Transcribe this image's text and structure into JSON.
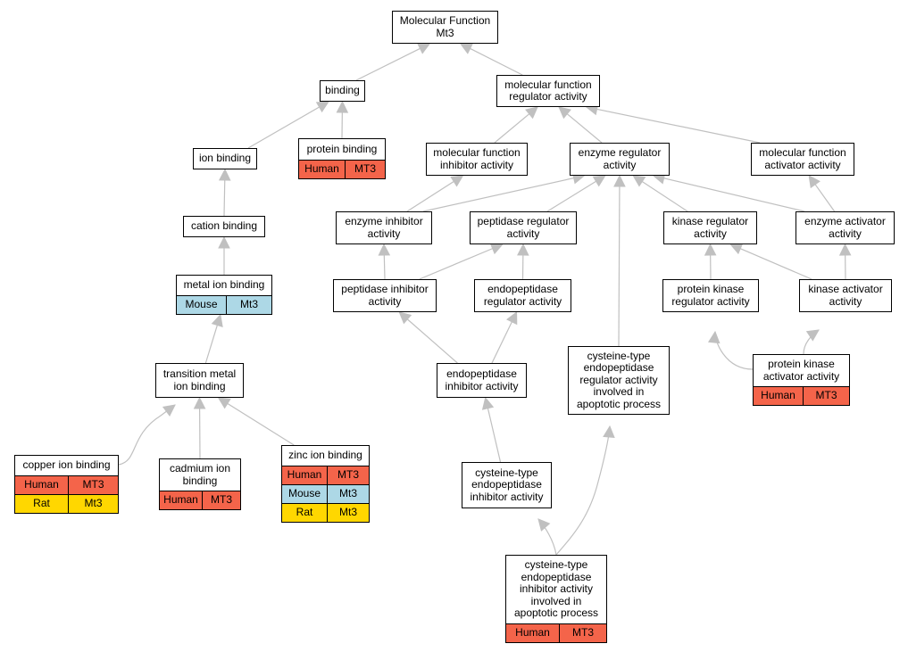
{
  "colors": {
    "Human": "#f4644a",
    "Mouse": "#add8e6",
    "Rat": "#ffd700",
    "edge": "#c0c0c0"
  },
  "nodes": {
    "root": {
      "label": "Molecular Function\nMt3",
      "annotations": []
    },
    "binding": {
      "label": "binding",
      "annotations": []
    },
    "mf_reg": {
      "label": "molecular function\nregulator activity",
      "annotations": []
    },
    "ion_binding": {
      "label": "ion binding",
      "annotations": []
    },
    "protein_binding": {
      "label": "protein binding",
      "annotations": [
        {
          "species": "Human",
          "gene": "MT3"
        }
      ]
    },
    "mf_inhib": {
      "label": "molecular function\ninhibitor activity",
      "annotations": []
    },
    "enz_reg": {
      "label": "enzyme regulator\nactivity",
      "annotations": []
    },
    "mf_act": {
      "label": "molecular function\nactivator activity",
      "annotations": []
    },
    "cation_binding": {
      "label": "cation binding",
      "annotations": []
    },
    "enz_inhib": {
      "label": "enzyme inhibitor\nactivity",
      "annotations": []
    },
    "pept_reg": {
      "label": "peptidase regulator\nactivity",
      "annotations": []
    },
    "kin_reg": {
      "label": "kinase regulator\nactivity",
      "annotations": []
    },
    "enz_act": {
      "label": "enzyme activator\nactivity",
      "annotations": []
    },
    "metal_ion": {
      "label": "metal ion binding",
      "annotations": [
        {
          "species": "Mouse",
          "gene": "Mt3"
        }
      ]
    },
    "pept_inhib": {
      "label": "peptidase inhibitor\nactivity",
      "annotations": []
    },
    "endopept_reg": {
      "label": "endopeptidase\nregulator activity",
      "annotations": []
    },
    "pk_reg": {
      "label": "protein kinase\nregulator activity",
      "annotations": []
    },
    "kin_act": {
      "label": "kinase activator\nactivity",
      "annotations": []
    },
    "trans_metal": {
      "label": "transition metal\nion binding",
      "annotations": []
    },
    "endopept_inhib": {
      "label": "endopeptidase\ninhibitor activity",
      "annotations": []
    },
    "cys_reg_apop": {
      "label": "cysteine-type\nendopeptidase\nregulator activity\ninvolved in\napoptotic process",
      "annotations": []
    },
    "pk_act": {
      "label": "protein kinase\nactivator activity",
      "annotations": [
        {
          "species": "Human",
          "gene": "MT3"
        }
      ]
    },
    "copper": {
      "label": "copper ion binding",
      "annotations": [
        {
          "species": "Human",
          "gene": "MT3"
        },
        {
          "species": "Rat",
          "gene": "Mt3"
        }
      ]
    },
    "cadmium": {
      "label": "cadmium ion\nbinding",
      "annotations": [
        {
          "species": "Human",
          "gene": "MT3"
        }
      ]
    },
    "zinc": {
      "label": "zinc ion binding",
      "annotations": [
        {
          "species": "Human",
          "gene": "MT3"
        },
        {
          "species": "Mouse",
          "gene": "Mt3"
        },
        {
          "species": "Rat",
          "gene": "Mt3"
        }
      ]
    },
    "cys_inhib": {
      "label": "cysteine-type\nendopeptidase\ninhibitor activity",
      "annotations": []
    },
    "cys_inhib_apop": {
      "label": "cysteine-type\nendopeptidase\ninhibitor activity\ninvolved in\napoptotic process",
      "annotations": [
        {
          "species": "Human",
          "gene": "MT3"
        }
      ]
    }
  },
  "edges": [
    {
      "from": "binding",
      "to": "root"
    },
    {
      "from": "mf_reg",
      "to": "root"
    },
    {
      "from": "ion_binding",
      "to": "binding"
    },
    {
      "from": "protein_binding",
      "to": "binding"
    },
    {
      "from": "mf_inhib",
      "to": "mf_reg"
    },
    {
      "from": "enz_reg",
      "to": "mf_reg"
    },
    {
      "from": "mf_act",
      "to": "mf_reg"
    },
    {
      "from": "cation_binding",
      "to": "ion_binding"
    },
    {
      "from": "enz_inhib",
      "to": "mf_inhib"
    },
    {
      "from": "enz_inhib",
      "to": "enz_reg"
    },
    {
      "from": "pept_reg",
      "to": "enz_reg"
    },
    {
      "from": "kin_reg",
      "to": "enz_reg"
    },
    {
      "from": "enz_act",
      "to": "enz_reg"
    },
    {
      "from": "enz_act",
      "to": "mf_act"
    },
    {
      "from": "cys_reg_apop",
      "to": "enz_reg"
    },
    {
      "from": "metal_ion",
      "to": "cation_binding"
    },
    {
      "from": "pept_inhib",
      "to": "enz_inhib"
    },
    {
      "from": "pept_inhib",
      "to": "pept_reg"
    },
    {
      "from": "endopept_reg",
      "to": "pept_reg"
    },
    {
      "from": "pk_reg",
      "to": "kin_reg"
    },
    {
      "from": "kin_act",
      "to": "kin_reg"
    },
    {
      "from": "kin_act",
      "to": "enz_act"
    },
    {
      "from": "trans_metal",
      "to": "metal_ion"
    },
    {
      "from": "endopept_inhib",
      "to": "pept_inhib"
    },
    {
      "from": "endopept_inhib",
      "to": "endopept_reg"
    },
    {
      "from": "pk_act",
      "to": "pk_reg"
    },
    {
      "from": "pk_act",
      "to": "kin_act"
    },
    {
      "from": "copper",
      "to": "trans_metal"
    },
    {
      "from": "cadmium",
      "to": "trans_metal"
    },
    {
      "from": "zinc",
      "to": "trans_metal"
    },
    {
      "from": "cys_inhib",
      "to": "endopept_inhib"
    },
    {
      "from": "cys_inhib_apop",
      "to": "cys_inhib"
    },
    {
      "from": "cys_inhib_apop",
      "to": "cys_reg_apop"
    }
  ]
}
